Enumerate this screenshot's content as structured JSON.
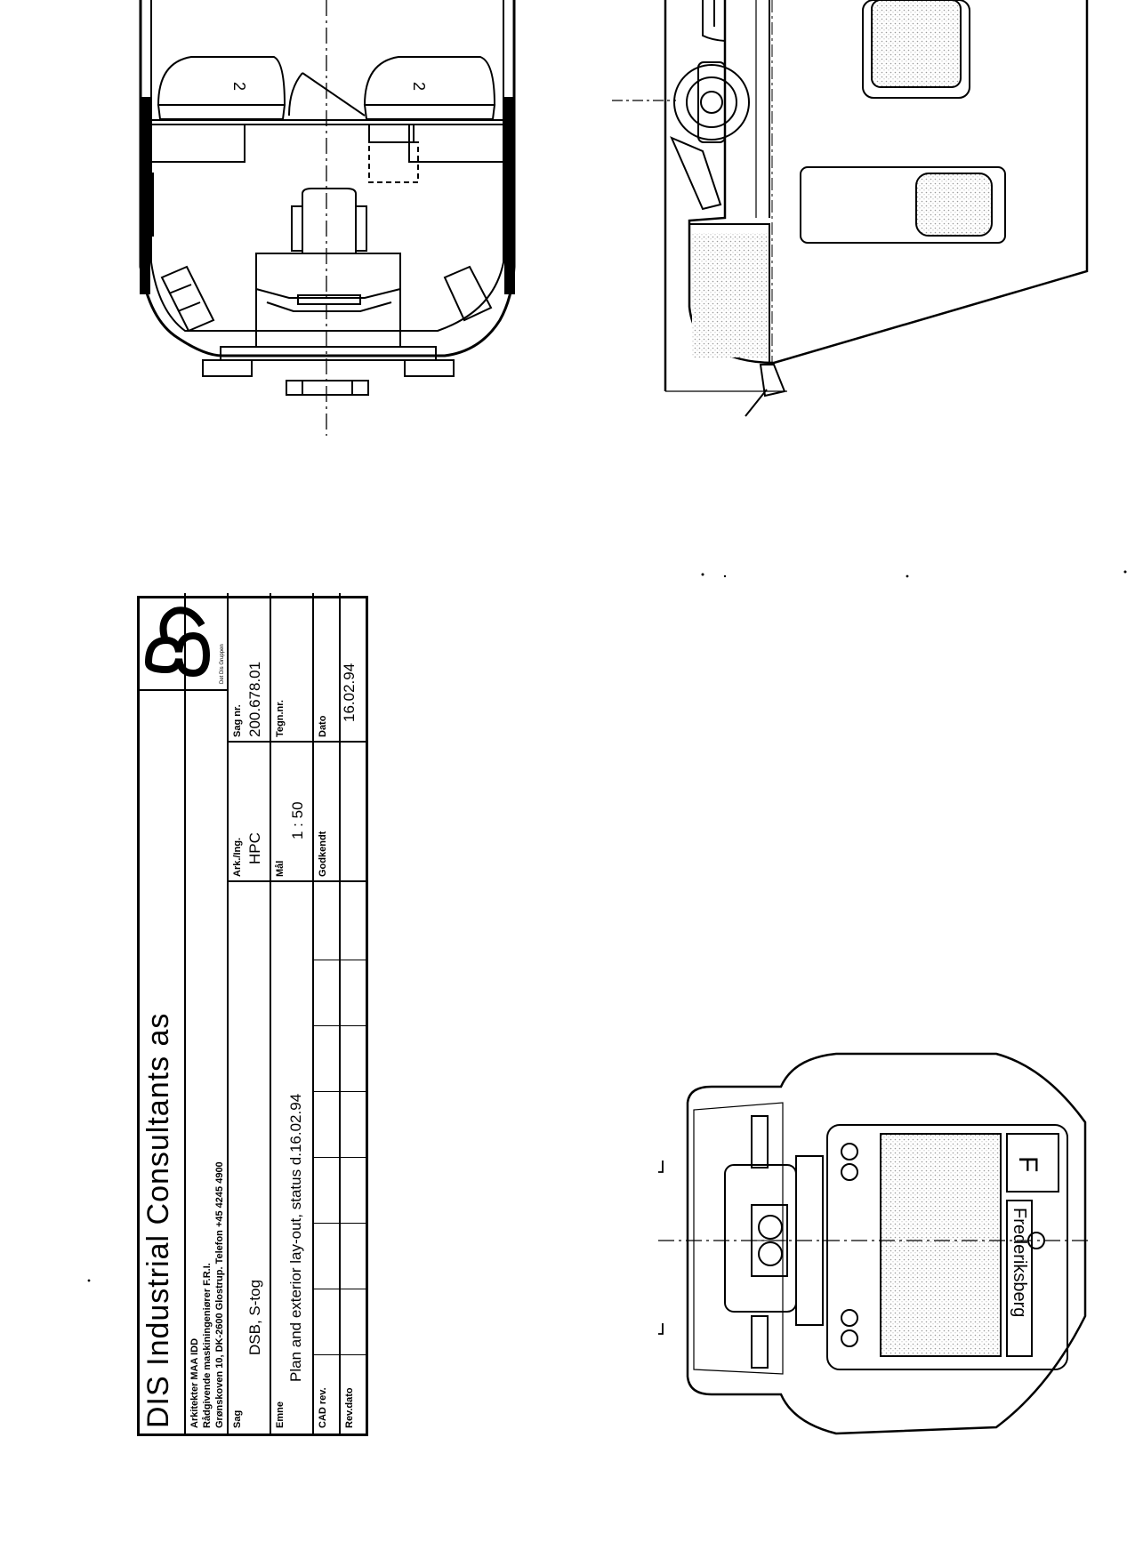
{
  "plan_view": {
    "seat_labels": [
      "2",
      "2"
    ]
  },
  "front_view": {
    "route_letter": "F",
    "destination": "Frederiksberg",
    "section_marks": [
      "J",
      "J"
    ]
  },
  "title_block": {
    "company": "DIS Industrial Consultants as",
    "address_lines": [
      "Arkitekter MAA IDD",
      "Rådgivende maskiningeniører F.R.I.",
      "Grønskoven 10, DK-2600 Glostrup. Telefon +45 4245 4900"
    ],
    "logo_caption": "Det Dis Gruppen",
    "sag_label": "Sag",
    "sag_value": "DSB, S-tog",
    "ark_label": "Ark./Ing.",
    "ark_value": "HPC",
    "sagnr_label": "Sag nr.",
    "sagnr_value": "200.678.01",
    "emne_label": "Emne",
    "emne_value": "Plan and exterior lay-out, status d.16.02.94",
    "maal_label": "Mål",
    "maal_value": "1 : 50",
    "tegnnr_label": "Tegn.nr.",
    "tegnnr_value": "",
    "cadrev_label": "CAD rev.",
    "revdato_label": "Rev.dato",
    "godkendt_label": "Godkendt",
    "dato_label": "Dato",
    "dato_value": "16.02.94"
  },
  "colors": {
    "ink": "#000000",
    "paper": "#ffffff",
    "screen": "#d8d8d8"
  }
}
